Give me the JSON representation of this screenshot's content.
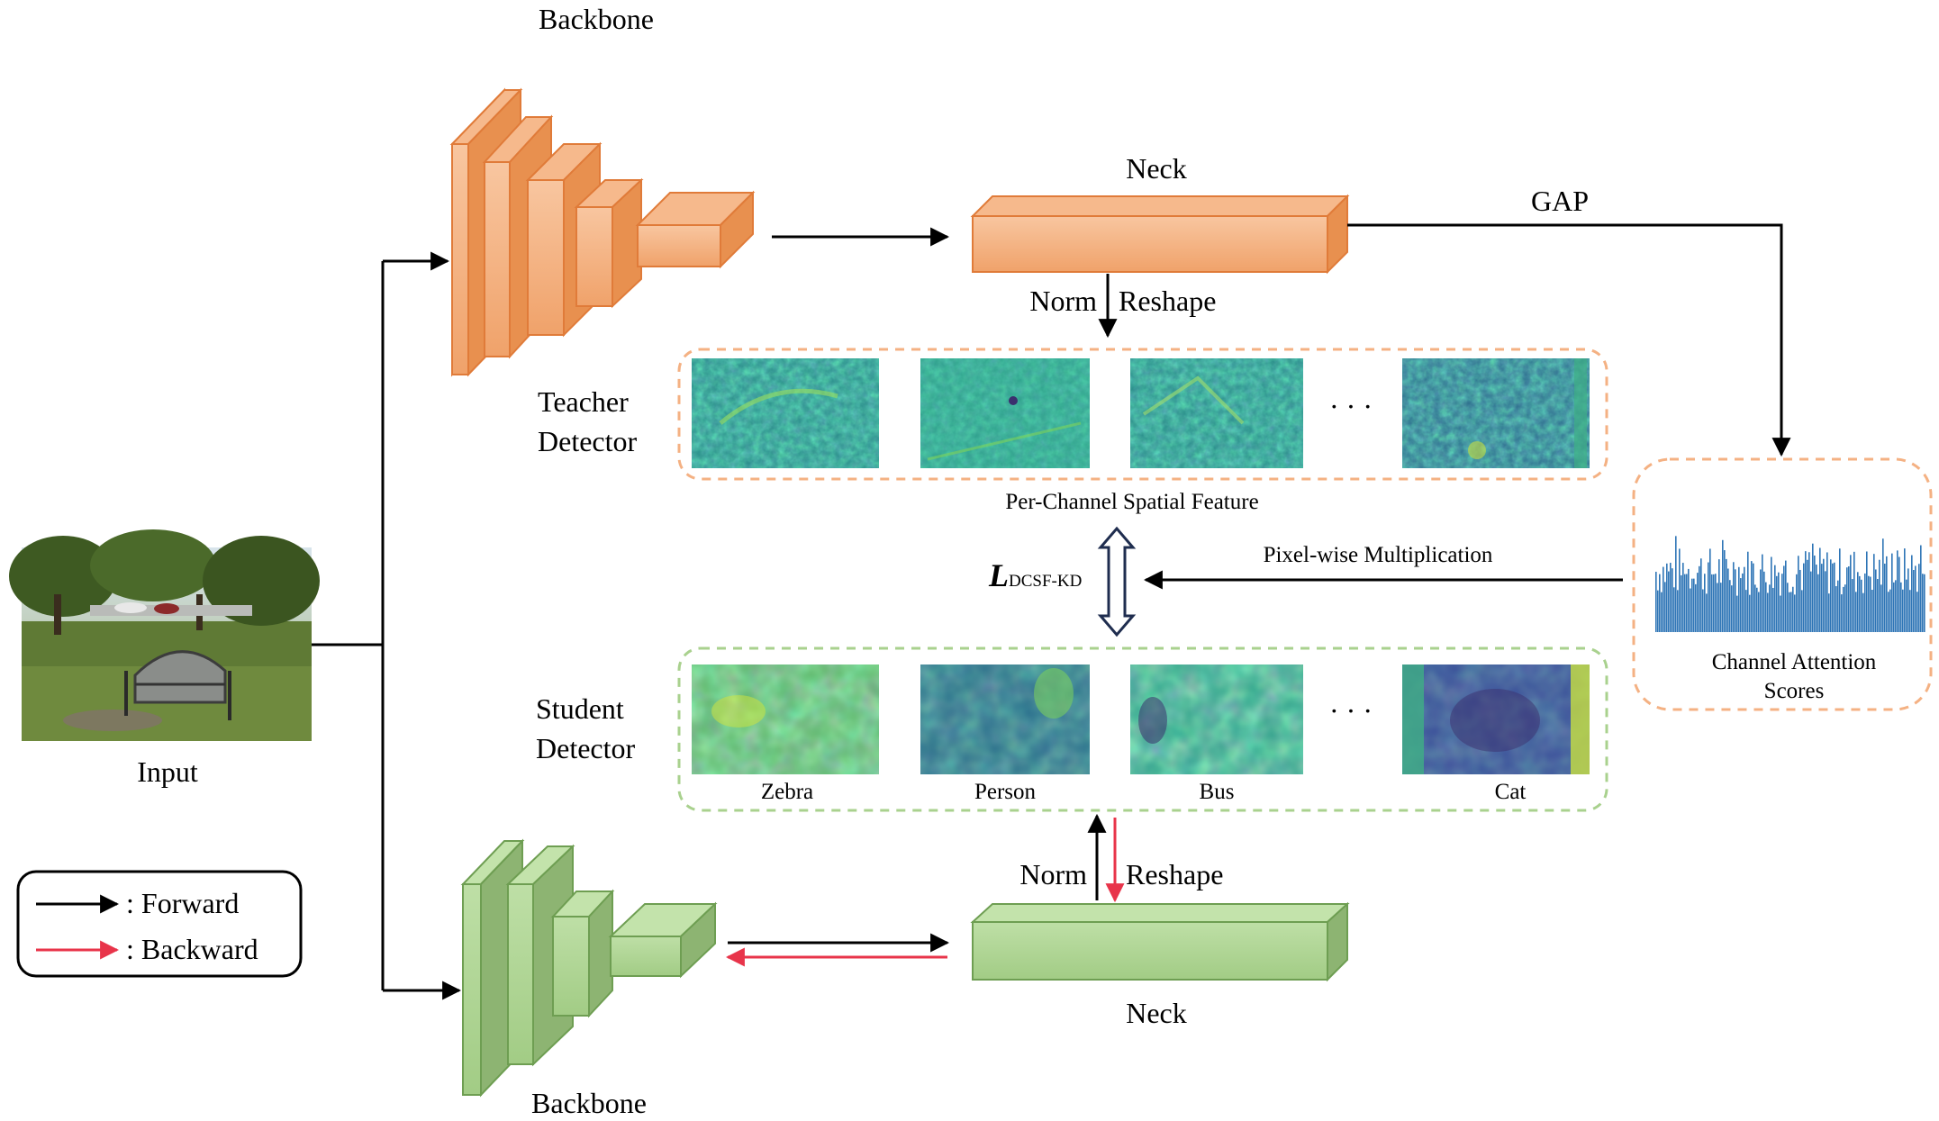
{
  "input": {
    "label": "Input"
  },
  "teacher": {
    "backbone_label": "Backbone",
    "neck_label": "Neck",
    "detector_label_line1": "Teacher",
    "detector_label_line2": "Detector",
    "norm_label": "Norm",
    "reshape_label": "Reshape",
    "gap_label": "GAP",
    "feature_caption": "Per-Channel Spatial Feature",
    "block_color": "#F4B183",
    "block_edge": "#E07B39"
  },
  "student": {
    "backbone_label": "Backbone",
    "neck_label": "Neck",
    "detector_label_line1": "Student",
    "detector_label_line2": "Detector",
    "norm_label": "Norm",
    "reshape_label": "Reshape",
    "block_color": "#A9D18E",
    "block_edge": "#6E9E52",
    "feature_labels": [
      "Zebra",
      "Person",
      "Bus",
      "Cat"
    ]
  },
  "loss": {
    "main": "L",
    "subscript": "DCSF-KD"
  },
  "multiplication_label": "Pixel-wise Multiplication",
  "ellipsis": "· · ·",
  "channel_attention": {
    "line1": "Channel Attention",
    "line2": "Scores",
    "bar_color": "#2E75B6"
  },
  "legend": {
    "forward_label": ": Forward",
    "backward_label": ": Backward",
    "forward_color": "#000000",
    "backward_color": "#E8344A"
  },
  "colors": {
    "teacher_dash": "#F4B183",
    "student_dash": "#A9D18E",
    "feature_mid": "#2A8C8A",
    "feature_low": "#3B4F8F",
    "feature_high": "#7DD35A",
    "loss_arrow": "#1F2D4F"
  }
}
